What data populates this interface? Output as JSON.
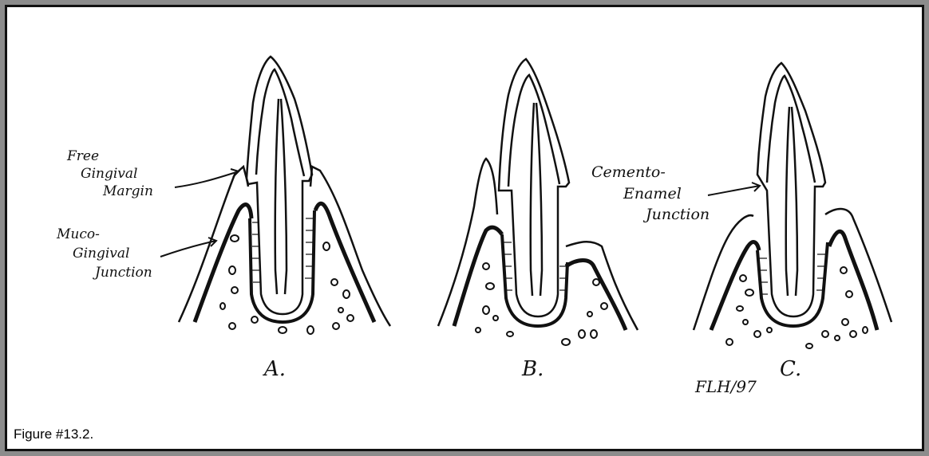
{
  "figure": {
    "caption": "Figure #13.2.",
    "panels": [
      {
        "id": "A",
        "label": "A."
      },
      {
        "id": "B",
        "label": "B."
      },
      {
        "id": "C",
        "label": "C."
      }
    ],
    "annotations": {
      "free_gingival_margin": [
        "Free",
        "Gingival",
        "Margin"
      ],
      "muco_gingival_junction": [
        "Muco-",
        "Gingival",
        "Junction"
      ],
      "cemento_enamel_junction": [
        "Cemento-",
        "Enamel",
        "Junction"
      ]
    },
    "signature": "FLH/97"
  },
  "colors": {
    "ink": "#111111",
    "frame_outer": "#8c8c8c",
    "background": "#ffffff"
  }
}
